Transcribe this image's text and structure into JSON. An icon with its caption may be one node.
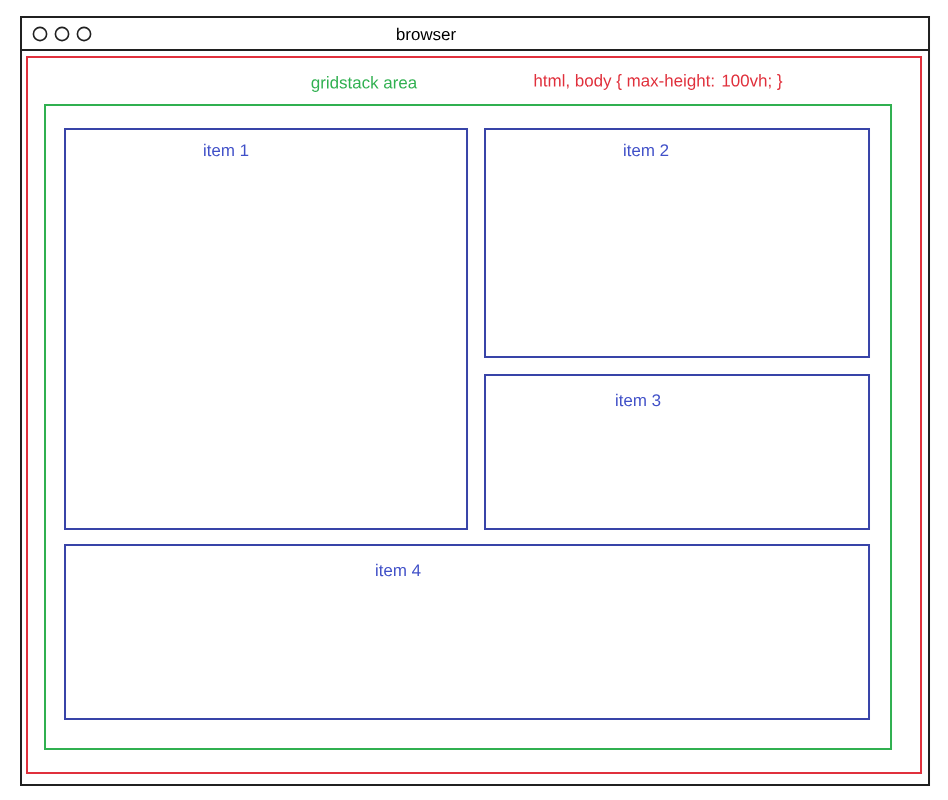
{
  "diagram": {
    "nodes": [
      {
        "text": [
          "browser"
        ]
      },
      {
        "text": [
          "html, body { max-height: 100vh; }"
        ],
        "in": 0
      },
      {
        "text": [
          "gridstack area"
        ],
        "in": 1
      },
      {
        "text": [
          "item 1"
        ],
        "in": 2
      },
      {
        "text": [
          "item 2"
        ],
        "in": 2
      },
      {
        "text": [
          "item 3"
        ],
        "in": 2
      },
      {
        "text": [
          "item 4"
        ],
        "in": 2
      }
    ]
  }
}
